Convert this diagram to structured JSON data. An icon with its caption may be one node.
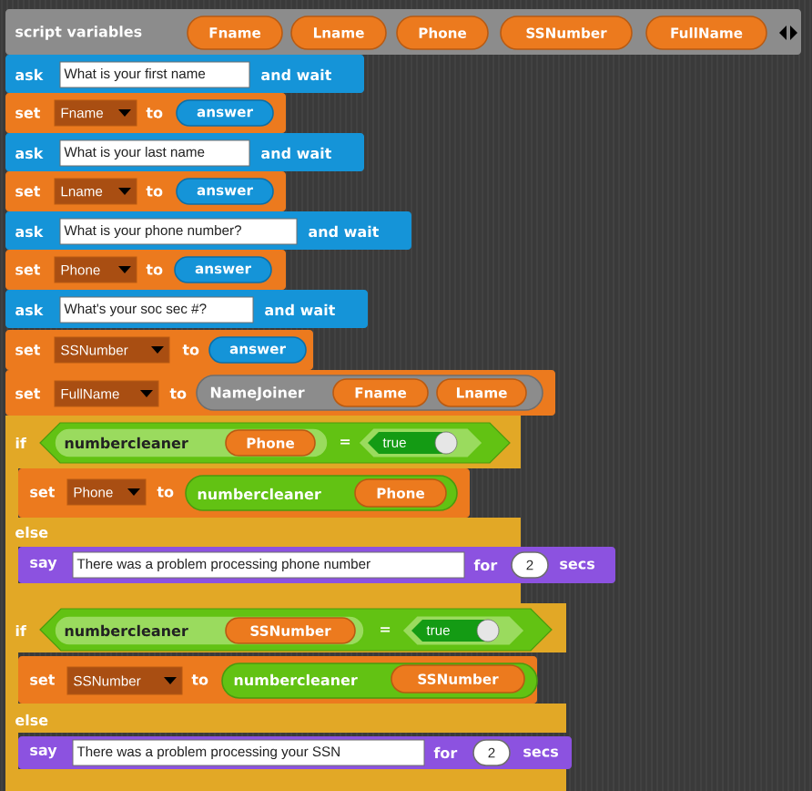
{
  "diagram": {
    "nodes": [
      {
        "text": [
          "script variables"
        ]
      },
      {
        "text": [
          "Fname"
        ],
        "in": 0
      },
      {
        "text": [
          "Lname"
        ],
        "in": 0
      },
      {
        "text": [
          "Phone"
        ],
        "in": 0
      },
      {
        "text": [
          "SSNumber"
        ],
        "in": 0
      },
      {
        "text": [
          "FullName"
        ],
        "in": 0
      },
      {
        "text": [
          "ask",
          "and wait"
        ]
      },
      {
        "text": [
          "What is your first name"
        ],
        "in": 6
      },
      {
        "text": [
          "set",
          "to"
        ]
      },
      {
        "text": [
          "Fname"
        ],
        "in": 8
      },
      {
        "text": [
          "answer"
        ],
        "in": 8
      },
      {
        "text": [
          "ask",
          "and wait"
        ]
      },
      {
        "text": [
          "What is your last name"
        ],
        "in": 11
      },
      {
        "text": [
          "set",
          "to"
        ]
      },
      {
        "text": [
          "Lname"
        ],
        "in": 13
      },
      {
        "text": [
          "answer"
        ],
        "in": 13
      },
      {
        "text": [
          "ask",
          "and wait"
        ]
      },
      {
        "text": [
          "What is your phone number?"
        ],
        "in": 16
      },
      {
        "text": [
          "set",
          "to"
        ]
      },
      {
        "text": [
          "Phone"
        ],
        "in": 18
      },
      {
        "text": [
          "answer"
        ],
        "in": 18
      },
      {
        "text": [
          "ask",
          "and wait"
        ]
      },
      {
        "text": [
          "What's your soc sec #?"
        ],
        "in": 21
      },
      {
        "text": [
          "set",
          "to"
        ]
      },
      {
        "text": [
          "SSNumber"
        ],
        "in": 23
      },
      {
        "text": [
          "answer"
        ],
        "in": 23
      },
      {
        "text": [
          "set",
          "to"
        ]
      },
      {
        "text": [
          "FullName"
        ],
        "in": 26
      },
      {
        "text": [
          "NameJoiner"
        ],
        "in": 26
      },
      {
        "text": [
          "Fname"
        ],
        "in": 28
      },
      {
        "text": [
          "Lname"
        ],
        "in": 28
      },
      {
        "text": [
          "if",
          "else"
        ]
      },
      {
        "text": [
          "="
        ],
        "in": 31
      },
      {
        "text": [
          "numbercleaner"
        ],
        "in": 32
      },
      {
        "text": [
          "Phone"
        ],
        "in": 33
      },
      {
        "text": [
          "true"
        ],
        "in": 32
      },
      {
        "text": [
          "set",
          "to"
        ],
        "in": 31
      },
      {
        "text": [
          "Phone"
        ],
        "in": 36
      },
      {
        "text": [
          "numbercleaner"
        ],
        "in": 36
      },
      {
        "text": [
          "Phone"
        ],
        "in": 38
      },
      {
        "text": [
          "say",
          "for",
          "secs"
        ],
        "in": 31
      },
      {
        "text": [
          "There was a problem processing phone number"
        ],
        "in": 40
      },
      {
        "text": [
          "2"
        ],
        "in": 40
      },
      {
        "text": [
          "if",
          "else"
        ]
      },
      {
        "text": [
          "="
        ],
        "in": 43
      },
      {
        "text": [
          "numbercleaner"
        ],
        "in": 44
      },
      {
        "text": [
          "SSNumber"
        ],
        "in": 45
      },
      {
        "text": [
          "true"
        ],
        "in": 44
      },
      {
        "text": [
          "set",
          "to"
        ],
        "in": 43
      },
      {
        "text": [
          "SSNumber"
        ],
        "in": 48
      },
      {
        "text": [
          "numbercleaner"
        ],
        "in": 48
      },
      {
        "text": [
          "SSNumber"
        ],
        "in": 50
      },
      {
        "text": [
          "say",
          "for",
          "secs"
        ],
        "in": 43
      },
      {
        "text": [
          "There was a problem processing your SSN"
        ],
        "in": 52
      },
      {
        "text": [
          "2"
        ],
        "in": 52
      }
    ]
  }
}
